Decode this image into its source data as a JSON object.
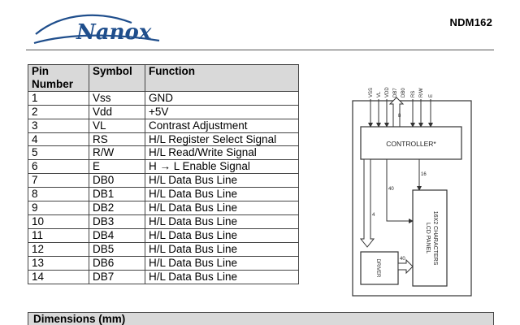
{
  "header": {
    "brand": "Nanox",
    "model": "NDM162"
  },
  "pin_table": {
    "headers": {
      "pin": "Pin Number",
      "symbol": "Symbol",
      "function": "Function"
    },
    "rows": [
      {
        "pin": "1",
        "symbol": "Vss",
        "function": "GND"
      },
      {
        "pin": "2",
        "symbol": "Vdd",
        "function": "+5V"
      },
      {
        "pin": "3",
        "symbol": "VL",
        "function": "Contrast Adjustment"
      },
      {
        "pin": "4",
        "symbol": "RS",
        "function": "H/L Register Select Signal"
      },
      {
        "pin": "5",
        "symbol": "R/W",
        "function": "H/L Read/Write Signal"
      },
      {
        "pin": "6",
        "symbol": "E",
        "function": "H → L Enable Signal"
      },
      {
        "pin": "7",
        "symbol": "DB0",
        "function": "H/L Data Bus Line"
      },
      {
        "pin": "8",
        "symbol": "DB1",
        "function": "H/L Data Bus Line"
      },
      {
        "pin": "9",
        "symbol": "DB2",
        "function": "H/L Data Bus Line"
      },
      {
        "pin": "10",
        "symbol": "DB3",
        "function": "H/L Data Bus Line"
      },
      {
        "pin": "11",
        "symbol": "DB4",
        "function": "H/L Data Bus Line"
      },
      {
        "pin": "12",
        "symbol": "DB5",
        "function": "H/L Data Bus Line"
      },
      {
        "pin": "13",
        "symbol": "DB6",
        "function": "H/L Data Bus Line"
      },
      {
        "pin": "14",
        "symbol": "DB7",
        "function": "H/L Data Bus Line"
      }
    ]
  },
  "block_diagram": {
    "pin_labels": [
      "VSS",
      "VL",
      "VDD",
      "DB7",
      "DB0",
      "RS",
      "R/W",
      "E"
    ],
    "bus_width": "8",
    "controller": "CONTROLLER*",
    "lcd_line1": "LCD PANEL",
    "lcd_line2": "16X2 CHARACTERS",
    "driver": "DRIVER",
    "wire_labels": {
      "ctrl_to_lcd": "16",
      "ctrl_to_lcd_left": "40",
      "ctrl_to_driver": "4",
      "driver_to_lcd": "40"
    }
  },
  "dimensions": {
    "title": "Dimensions (mm)"
  }
}
